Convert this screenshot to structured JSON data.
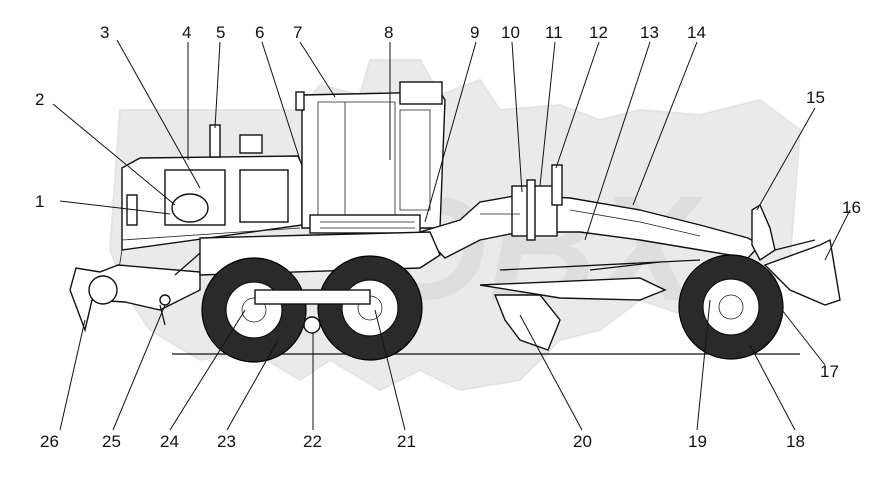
{
  "watermark": "DBX",
  "callouts": [
    {
      "id": "1",
      "label": "1"
    },
    {
      "id": "2",
      "label": "2"
    },
    {
      "id": "3",
      "label": "3"
    },
    {
      "id": "4",
      "label": "4"
    },
    {
      "id": "5",
      "label": "5"
    },
    {
      "id": "6",
      "label": "6"
    },
    {
      "id": "7",
      "label": "7"
    },
    {
      "id": "8",
      "label": "8"
    },
    {
      "id": "9",
      "label": "9"
    },
    {
      "id": "10",
      "label": "10"
    },
    {
      "id": "11",
      "label": "11"
    },
    {
      "id": "12",
      "label": "12"
    },
    {
      "id": "13",
      "label": "13"
    },
    {
      "id": "14",
      "label": "14"
    },
    {
      "id": "15",
      "label": "15"
    },
    {
      "id": "16",
      "label": "16"
    },
    {
      "id": "17",
      "label": "17"
    },
    {
      "id": "18",
      "label": "18"
    },
    {
      "id": "19",
      "label": "19"
    },
    {
      "id": "20",
      "label": "20"
    },
    {
      "id": "21",
      "label": "21"
    },
    {
      "id": "22",
      "label": "22"
    },
    {
      "id": "23",
      "label": "23"
    },
    {
      "id": "24",
      "label": "24"
    },
    {
      "id": "25",
      "label": "25"
    },
    {
      "id": "26",
      "label": "26"
    }
  ]
}
